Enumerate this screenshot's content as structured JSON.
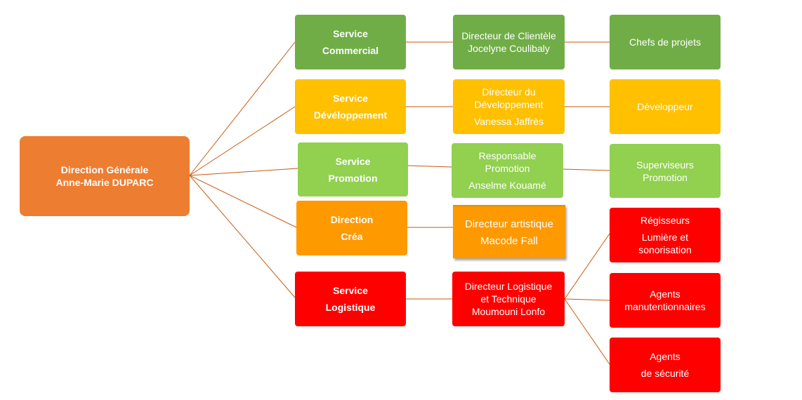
{
  "colors": {
    "direction": "#ed7d31",
    "commercial": "#70ad47",
    "developpement": "#ffc000",
    "promotion": "#92d050",
    "crea": "#ff9900",
    "logistique": "#ff0000",
    "connector": "#c55a11"
  },
  "direction_generale": {
    "line1": "Direction Générale",
    "line2": "Anne-Marie DUPARC"
  },
  "services": {
    "commercial": {
      "line1": "Service",
      "line2": "Commercial",
      "manager": {
        "line1": "Directeur de Clientèle",
        "line2": "Jocelyne Coulibaly"
      },
      "team": {
        "line1": "Chefs de projets"
      }
    },
    "developpement": {
      "line1": "Service",
      "line2": "Dévéloppement",
      "manager": {
        "line1": "Directeur du",
        "line2": "Développement",
        "line3": "Vanessa Jaffrès"
      },
      "team": {
        "line1": "Développeur"
      }
    },
    "promotion": {
      "line1": "Service",
      "line2": "Promotion",
      "manager": {
        "line1": "Responsable",
        "line2": "Promotion",
        "line3": "Anselme Kouamé"
      },
      "team": {
        "line1": "Superviseurs",
        "line2": "Promotion"
      }
    },
    "crea": {
      "line1": "Direction",
      "line2": "Créa",
      "manager": {
        "line1": "Directeur artistique",
        "line2": "Macode Fall"
      }
    },
    "logistique": {
      "line1": "Service",
      "line2": "Logistique",
      "manager": {
        "line1": "Directeur Logistique",
        "line2": "et Technique",
        "line3": "Moumouni Lonfo"
      },
      "teams": [
        {
          "line1": "Régisseurs",
          "line2": "Lumière et",
          "line3": "sonorisation"
        },
        {
          "line1": "Agents",
          "line2": "manutentionnaires"
        },
        {
          "line1": "Agents",
          "line2": "de sécurité"
        }
      ]
    }
  }
}
